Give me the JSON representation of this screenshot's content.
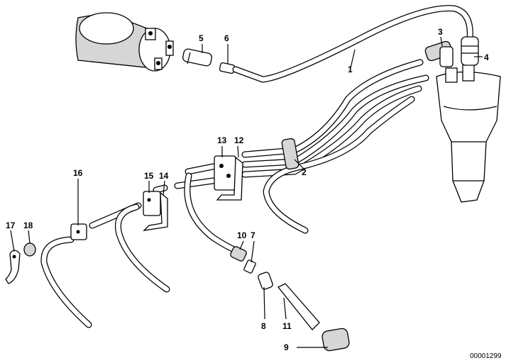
{
  "callouts": [
    "1",
    "2",
    "3",
    "4",
    "5",
    "6",
    "7",
    "8",
    "9",
    "10",
    "11",
    "12",
    "13",
    "14",
    "15",
    "16",
    "17",
    "18"
  ],
  "reference_code": "00001299",
  "colors": {
    "line": "#000000",
    "background": "#ffffff",
    "shading": "#d6d6d6"
  }
}
